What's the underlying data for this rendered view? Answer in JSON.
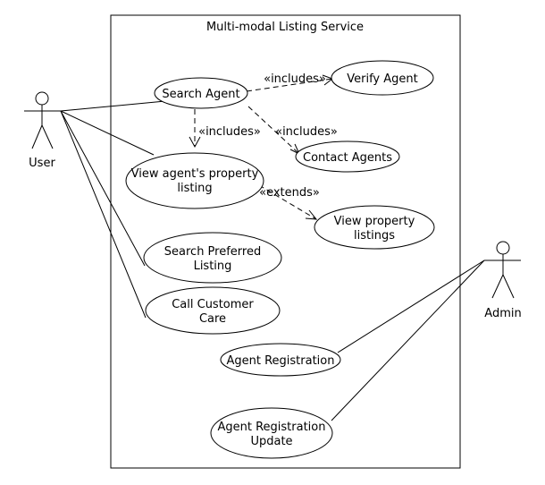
{
  "diagram": {
    "system_title": "Multi-modal Listing Service",
    "actors": {
      "user": "User",
      "admin": "Admin"
    },
    "use_cases": {
      "search_agent": [
        "Search Agent"
      ],
      "verify_agent": [
        "Verify Agent"
      ],
      "contact_agents": [
        "Contact Agents"
      ],
      "view_agent_listing": [
        "View agent's property",
        "listing"
      ],
      "view_property_listings": [
        "View property",
        "listings"
      ],
      "search_preferred_listing": [
        "Search Preferred",
        "Listing"
      ],
      "call_customer_care": [
        "Call Customer",
        "Care"
      ],
      "agent_registration": [
        "Agent Registration"
      ],
      "agent_registration_update": [
        "Agent Registration",
        "Update"
      ]
    },
    "relationships": {
      "includes_verify": "«includes»",
      "includes_view": "«includes»",
      "includes_contact": "«includes»",
      "extends_view": "«extends»"
    }
  }
}
